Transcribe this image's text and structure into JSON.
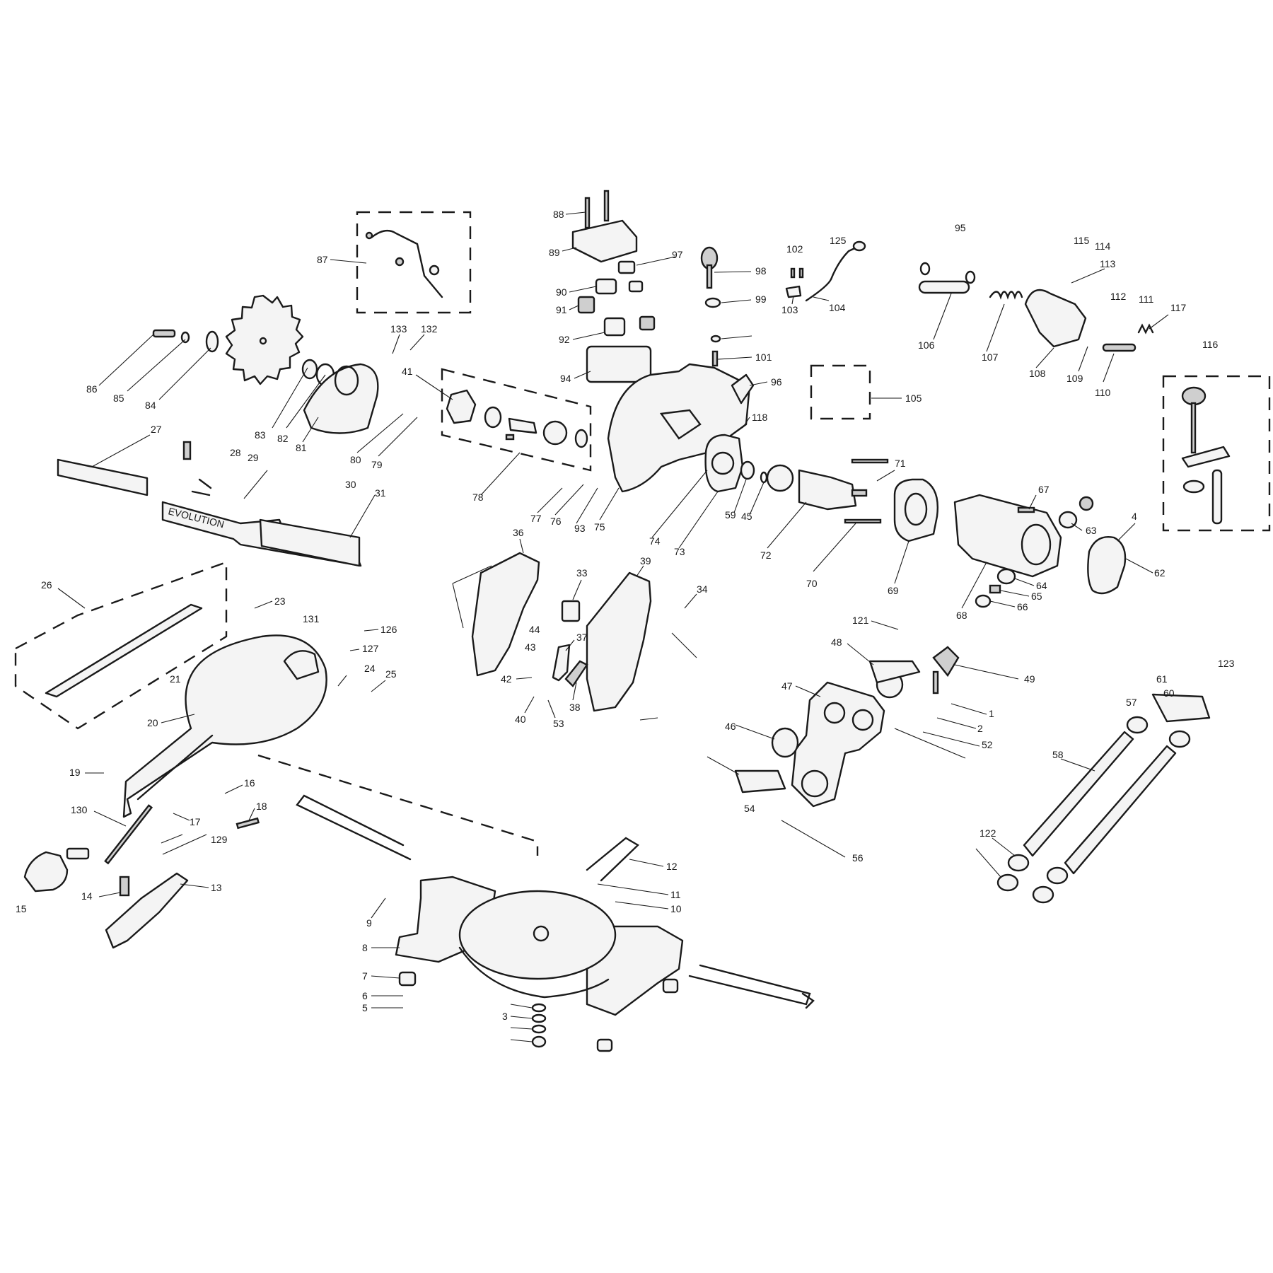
{
  "diagram": {
    "brand_text": "EVOLUTION",
    "part_labels": [
      "1",
      "2",
      "3",
      "4",
      "5",
      "6",
      "7",
      "8",
      "9",
      "10",
      "11",
      "12",
      "13",
      "14",
      "15",
      "16",
      "17",
      "18",
      "19",
      "20",
      "21",
      "23",
      "24",
      "25",
      "26",
      "27",
      "28",
      "29",
      "30",
      "31",
      "33",
      "34",
      "36",
      "37",
      "38",
      "39",
      "40",
      "41",
      "42",
      "43",
      "44",
      "45",
      "46",
      "47",
      "48",
      "49",
      "52",
      "53",
      "54",
      "56",
      "57",
      "58",
      "59",
      "60",
      "61",
      "62",
      "63",
      "64",
      "65",
      "66",
      "67",
      "68",
      "69",
      "70",
      "71",
      "72",
      "73",
      "74",
      "75",
      "76",
      "77",
      "78",
      "79",
      "80",
      "81",
      "82",
      "83",
      "84",
      "85",
      "86",
      "87",
      "88",
      "89",
      "90",
      "91",
      "92",
      "93",
      "94",
      "95",
      "96",
      "97",
      "98",
      "99",
      "101",
      "102",
      "103",
      "104",
      "105",
      "106",
      "107",
      "108",
      "109",
      "110",
      "111",
      "112",
      "113",
      "114",
      "115",
      "116",
      "117",
      "118",
      "121",
      "122",
      "123",
      "125",
      "126",
      "127",
      "129",
      "130",
      "131",
      "132",
      "133"
    ]
  }
}
